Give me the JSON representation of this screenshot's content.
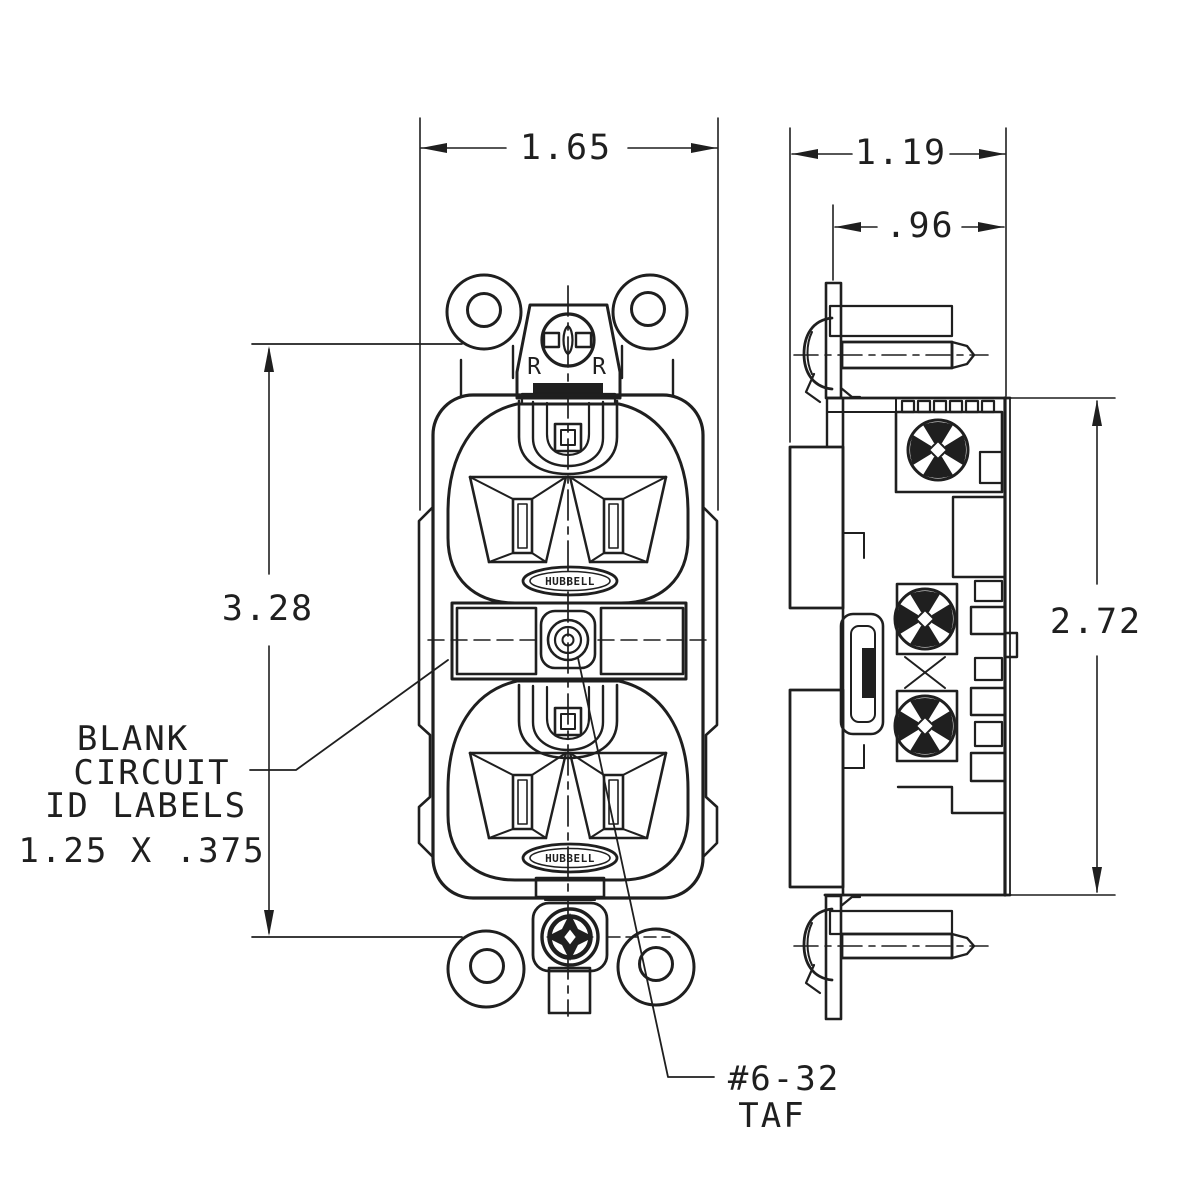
{
  "dimensions": {
    "front_width": "1.65",
    "front_height": "3.28",
    "side_depth_overall": "1.19",
    "side_depth_body": ".96",
    "side_height_body": "2.72"
  },
  "annotations": {
    "id_labels": {
      "line1": "BLANK",
      "line2": "CIRCUIT",
      "line3": "ID LABELS",
      "line4": "1.25 X .375"
    },
    "tap_note": {
      "line1": "#6-32",
      "line2": "TAF"
    }
  },
  "brand": {
    "name": "HUBBELL"
  },
  "markings": {
    "strap_left": "R",
    "strap_right": "R"
  },
  "colors": {
    "ink": "#1f1f1f",
    "paper": "#ffffff"
  }
}
